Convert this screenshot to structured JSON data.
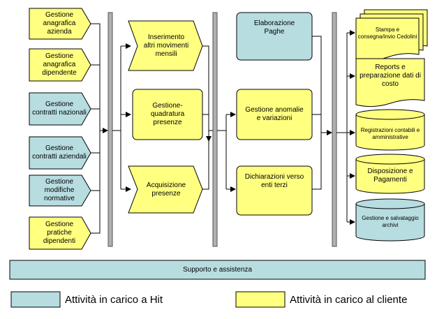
{
  "colors": {
    "hit": "#b7dde1",
    "client": "#ffff80",
    "bar": "#b0b0b0",
    "line": "#000000"
  },
  "inputs": [
    {
      "label": "Gestione anagrafica azienda",
      "owner": "client"
    },
    {
      "label": "Gestione anagrafica dipendente",
      "owner": "client"
    },
    {
      "label": "Gestione contratti nazionali",
      "owner": "hit"
    },
    {
      "label": "Gestione contratti aziendali",
      "owner": "hit"
    },
    {
      "label": "Gestione modifiche normative",
      "owner": "hit"
    },
    {
      "label": "Gestione pratiche dipendenti",
      "owner": "client"
    }
  ],
  "collection": [
    {
      "label": "Inserimento altri movimenti mensili",
      "owner": "client"
    },
    {
      "label": "Gestione-quadratura presenze",
      "owner": "client"
    },
    {
      "label": "Acquisizione presenze",
      "owner": "client"
    }
  ],
  "processing": [
    {
      "label": "Elaborazione Paghe",
      "owner": "hit"
    },
    {
      "label": "Gestione anomalie e variazioni",
      "owner": "client"
    },
    {
      "label": "Dichiarazioni verso enti terzi",
      "owner": "client"
    }
  ],
  "outputs": [
    {
      "label": "Stampa e consegna/invio Cedolini",
      "owner": "client"
    },
    {
      "label": "Reports e preparazione dati di costo",
      "owner": "client"
    },
    {
      "label": "Registrazioni contabili e amministrative",
      "owner": "client"
    },
    {
      "label": "Disposizione e Pagamenti",
      "owner": "client"
    },
    {
      "label": "Gestione e salvataggio archivi",
      "owner": "hit"
    }
  ],
  "support": {
    "label": "Supporto e assistenza",
    "owner": "hit"
  },
  "legend": {
    "hit": "Attività in carico a Hit",
    "client": "Attività in carico al cliente"
  }
}
